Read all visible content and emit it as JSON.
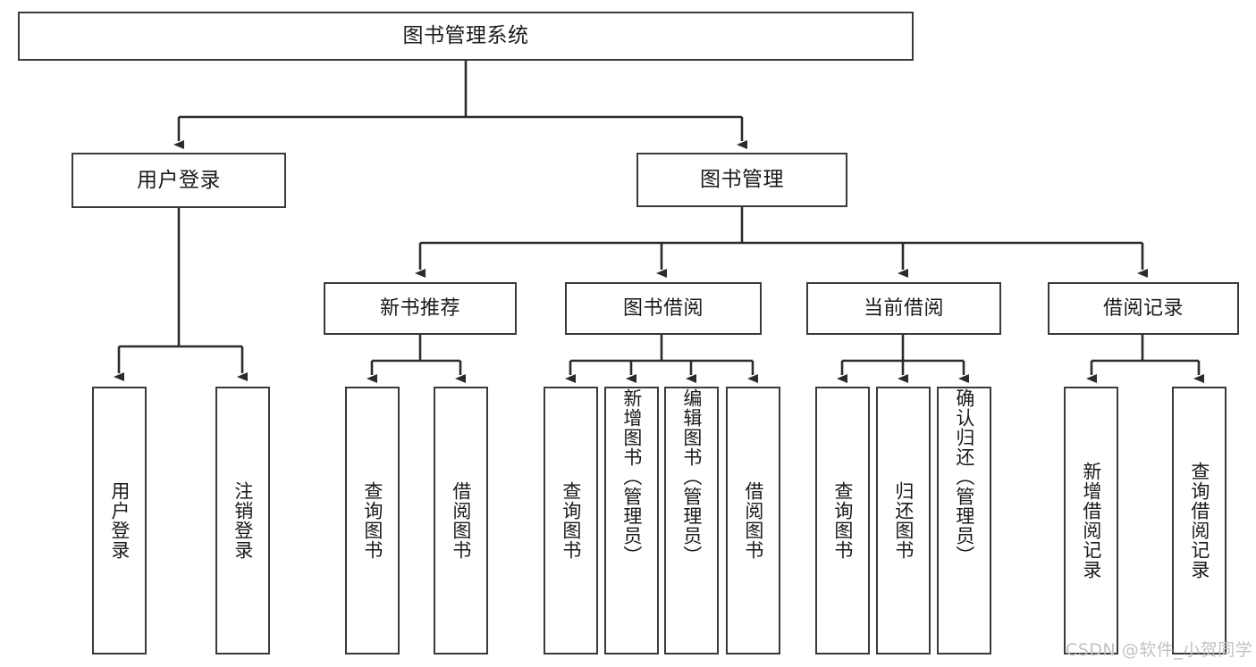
{
  "diagram": {
    "title": "图书管理系统",
    "type": "hierarchy-tree",
    "watermark": "CSDN @软件_小贺同学",
    "colors": {
      "box_border": "#3a3a3a",
      "box_fill": "#ffffff",
      "edge": "#2b2b2b",
      "text": "#1a1a1a",
      "watermark": "#c2c2c2"
    },
    "root": {
      "label": "图书管理系统"
    },
    "tier2": [
      {
        "label": "用户登录"
      },
      {
        "label": "图书管理"
      }
    ],
    "tier3": [
      {
        "label": "新书推荐"
      },
      {
        "label": "图书借阅"
      },
      {
        "label": "当前借阅"
      },
      {
        "label": "借阅记录"
      }
    ],
    "leaves": {
      "user_login": [
        {
          "label": "用户登录"
        },
        {
          "label": "注销登录"
        }
      ],
      "new_book_recommend": [
        {
          "label": "查询图书"
        },
        {
          "label": "借阅图书"
        }
      ],
      "book_borrow": [
        {
          "label": "查询图书"
        },
        {
          "label": "新增图书（管理员）"
        },
        {
          "label": "编辑图书（管理员）"
        },
        {
          "label": "借阅图书"
        }
      ],
      "current_borrow": [
        {
          "label": "查询图书"
        },
        {
          "label": "归还图书"
        },
        {
          "label": "确认归还（管理员）"
        }
      ],
      "borrow_record": [
        {
          "label": "新增借阅记录"
        },
        {
          "label": "查询借阅记录"
        }
      ]
    }
  }
}
